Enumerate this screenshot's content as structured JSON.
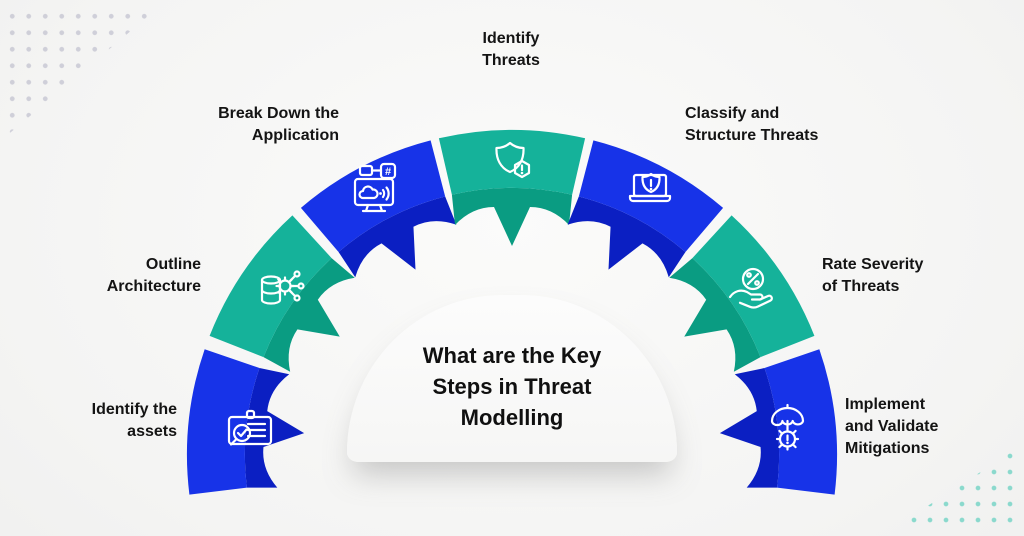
{
  "title": "What are the Key\nSteps in Threat\nModelling",
  "colors": {
    "blue": "#1733e8",
    "blue_dark": "#0b1fc2",
    "teal": "#15b29a",
    "teal_dark": "#0a9c82",
    "dot_gray": "#c6c6d2",
    "dot_teal": "#79d5c7",
    "text": "#141414",
    "background": "#f4f4f3",
    "dome": "#f7f7f6"
  },
  "steps": [
    {
      "id": "identify-the-assets",
      "label": "Identify the\nassets",
      "color": "blue",
      "icon": "asset-card-search-icon"
    },
    {
      "id": "outline-architecture",
      "label": "Outline\nArchitecture",
      "color": "teal",
      "icon": "database-network-icon"
    },
    {
      "id": "break-down-the-application",
      "label": "Break Down the\nApplication",
      "color": "blue",
      "icon": "application-monitor-icon"
    },
    {
      "id": "identify-threats",
      "label": "Identify\nThreats",
      "color": "teal",
      "icon": "shield-alert-icon"
    },
    {
      "id": "classify-and-structure-threats",
      "label": "Classify and\nStructure Threats",
      "color": "blue",
      "icon": "laptop-shield-icon"
    },
    {
      "id": "rate-severity-of-threats",
      "label": "Rate Severity\nof Threats",
      "color": "teal",
      "icon": "hand-percent-icon"
    },
    {
      "id": "implement-and-validate-mitigations",
      "label": "Implement\nand Validate\nMitigations",
      "color": "blue",
      "icon": "umbrella-gear-icon"
    }
  ]
}
